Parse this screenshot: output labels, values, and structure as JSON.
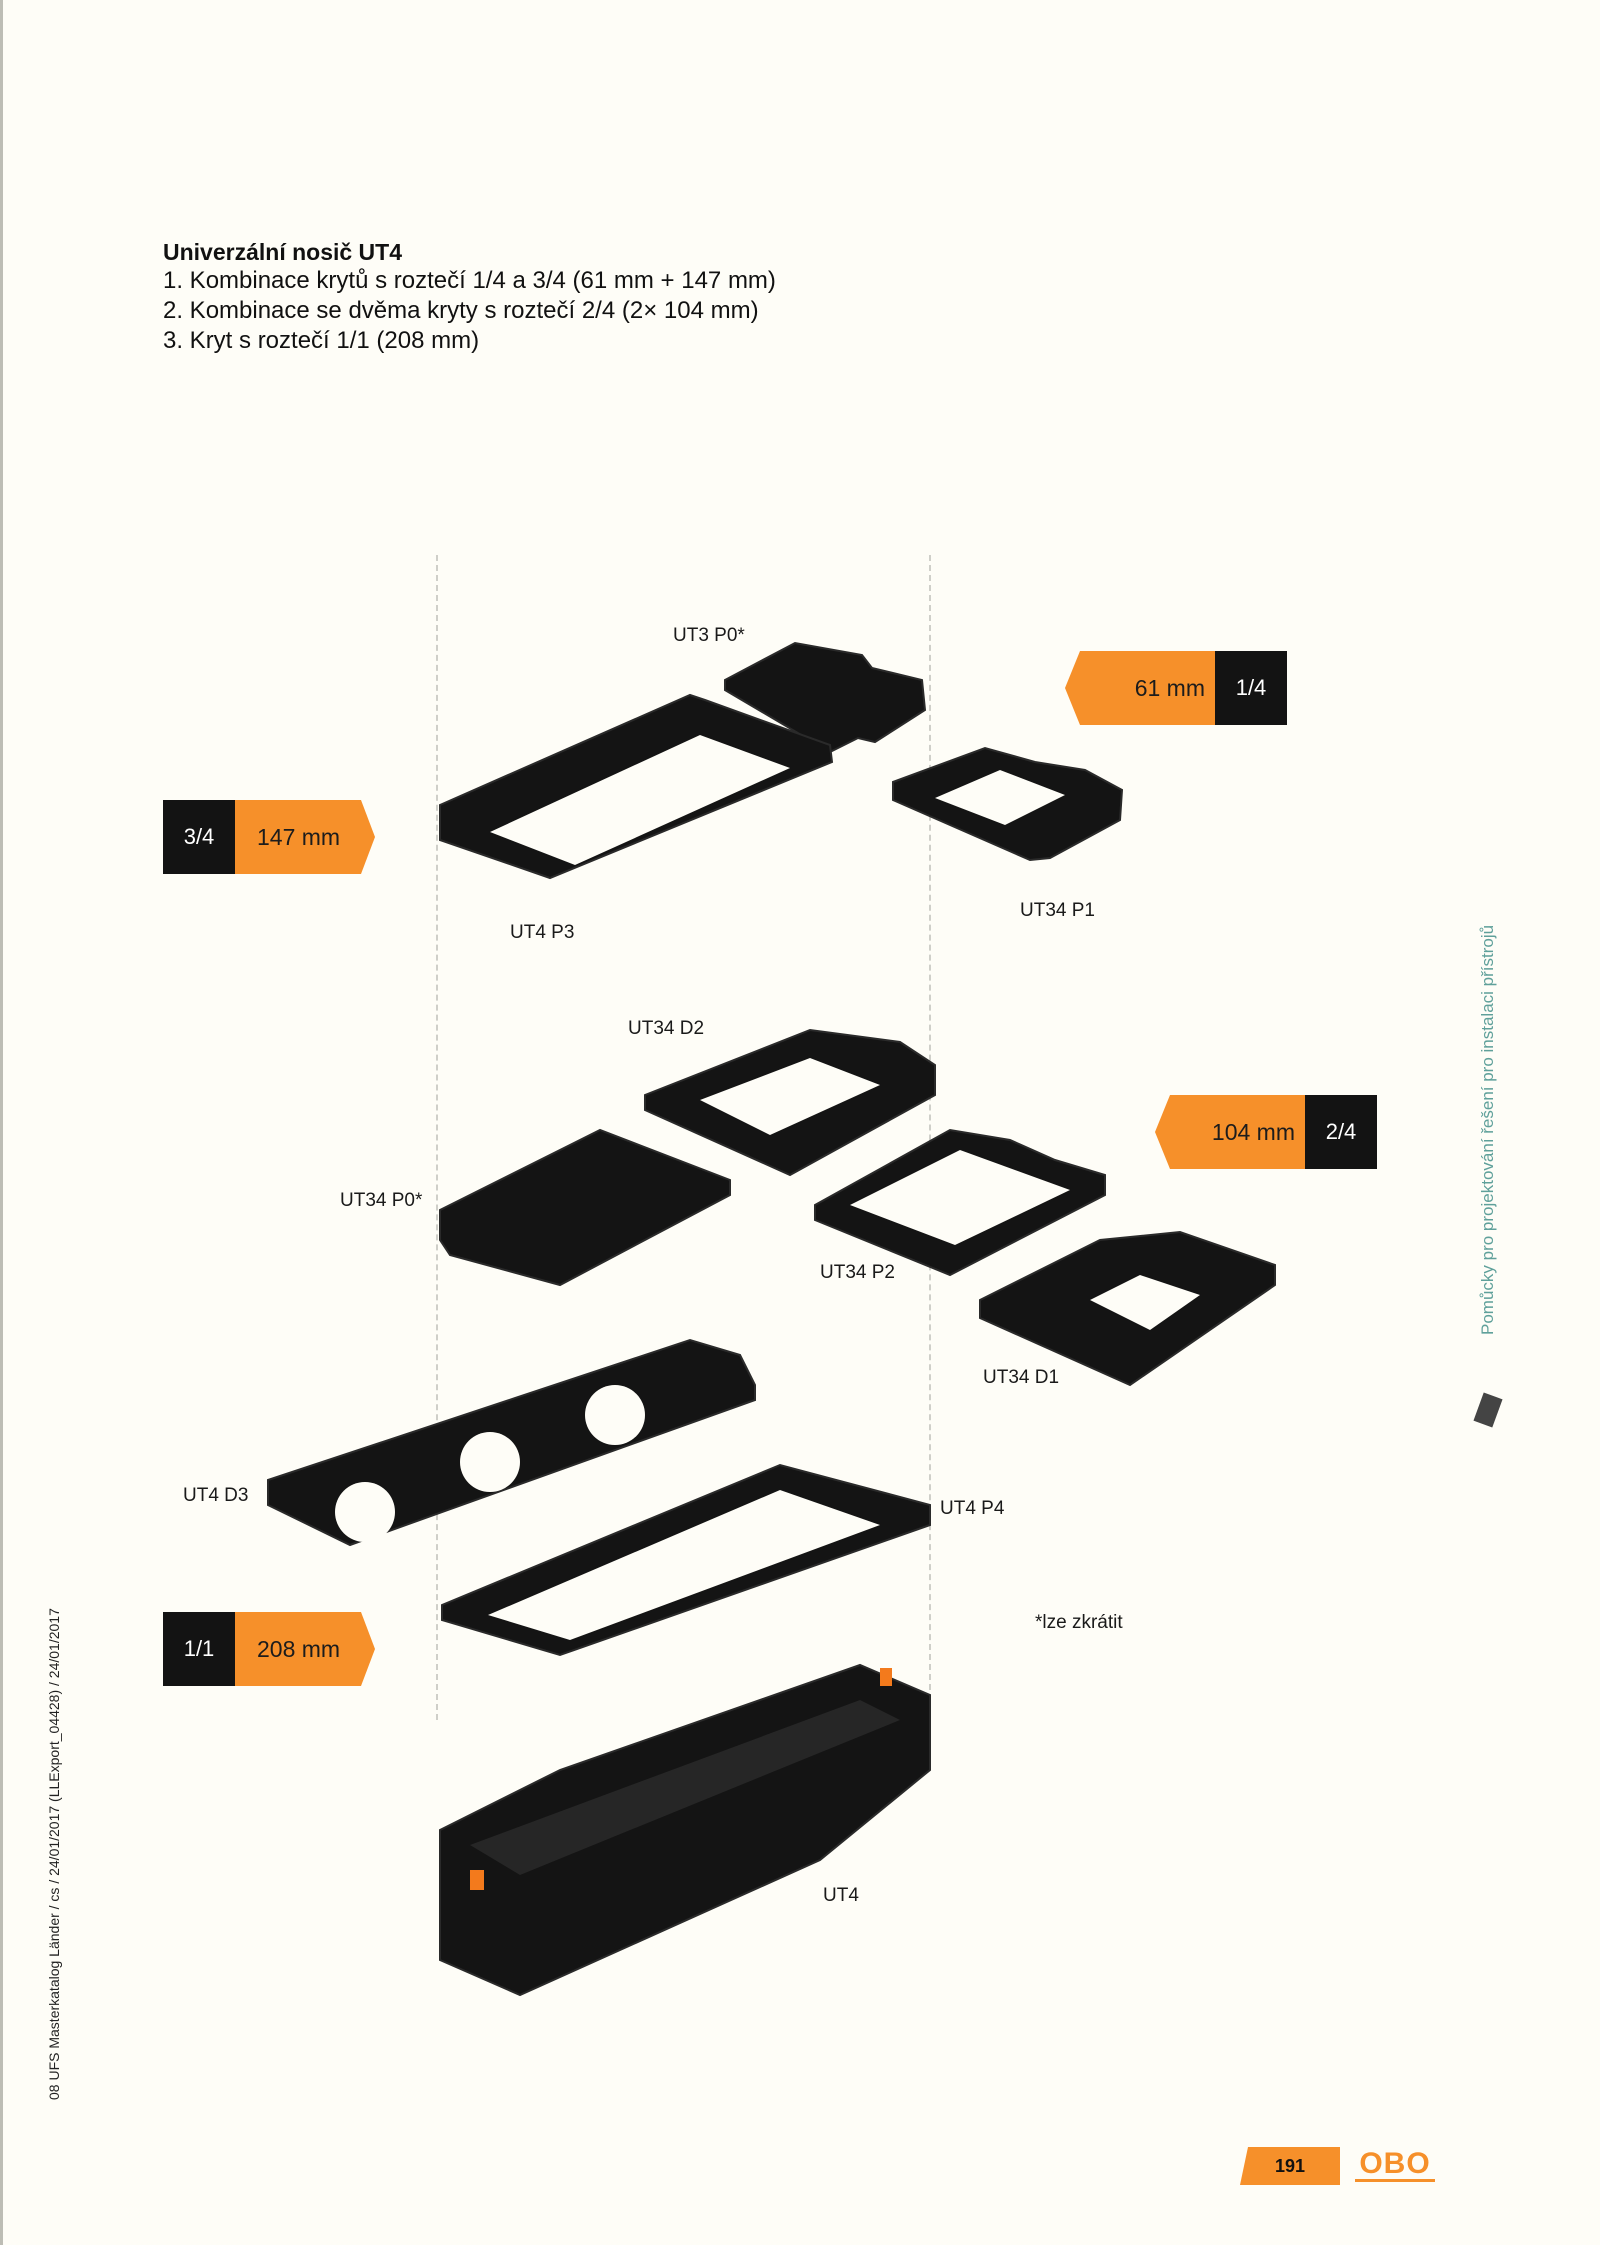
{
  "heading": {
    "title": "Univerzální nosič UT4",
    "lines": [
      "1. Kombinace krytů s roztečí 1/4 a 3/4 (61 mm + 147 mm)",
      "2. Kombinace se dvěma kryty s roztečí 2/4 (2× 104 mm)",
      "3. Kryt s roztečí 1/1 (208 mm)"
    ]
  },
  "badges": {
    "b14": {
      "dim": "61 mm",
      "pitch": "1/4"
    },
    "b34": {
      "pitch": "3/4",
      "dim": "147 mm"
    },
    "b24": {
      "dim": "104 mm",
      "pitch": "2/4"
    },
    "b11": {
      "pitch": "1/1",
      "dim": "208 mm"
    }
  },
  "labels": {
    "ut3_p0": "UT3 P0*",
    "ut4_p3": "UT4 P3",
    "ut34_p1": "UT34 P1",
    "ut34_d2": "UT34 D2",
    "ut34_p0": "UT34 P0*",
    "ut34_p2": "UT34 P2",
    "ut34_d1": "UT34 D1",
    "ut4_d3": "UT4 D3",
    "ut4_p4": "UT4 P4",
    "ut4": "UT4"
  },
  "footnote": "*lze zkrátit",
  "side_left": "08 UFS Masterkatalog Länder / cs / 24/01/2017 (LLExport_04428) / 24/01/2017",
  "side_right": "Pomůcky pro projektování řešení pro instalaci přístrojů",
  "page_number": "191",
  "brand": "OBO",
  "colors": {
    "accent": "#f6902a",
    "dark": "#131313",
    "side_text": "#5fa09a"
  }
}
